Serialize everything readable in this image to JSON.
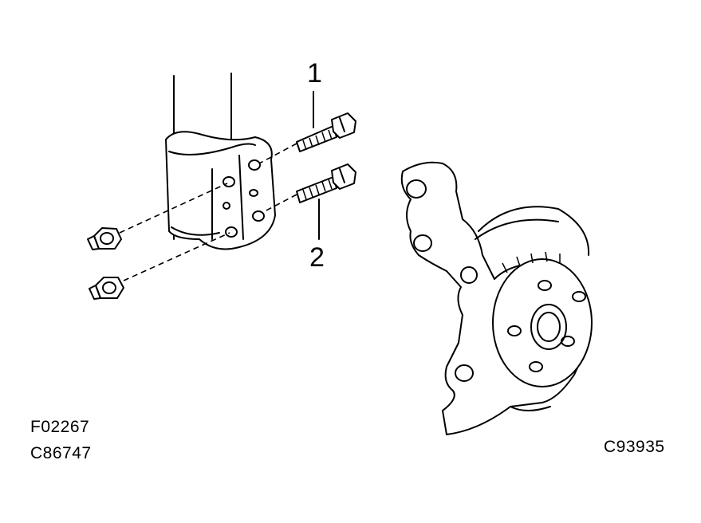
{
  "callouts": {
    "upper_bolt": "1",
    "lower_bolt": "2"
  },
  "figure_codes": {
    "left_top": "F02267",
    "left_bottom": "C86747",
    "right": "C93935"
  },
  "colors": {
    "line": "#000000",
    "background": "#ffffff"
  }
}
